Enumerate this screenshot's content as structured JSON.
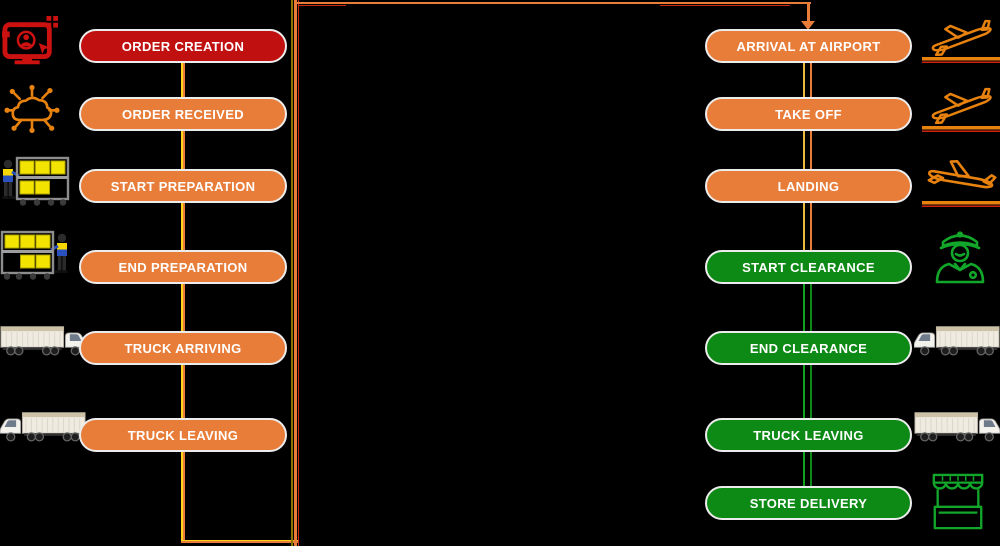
{
  "palette": {
    "background": "#000000",
    "red": "#C01010",
    "orange": "#E87D3A",
    "green": "#0D8A16",
    "line_yellow": "#FFD21E",
    "line_dark_yellow": "#8A7500",
    "line_red": "#C62A10",
    "pill_border": "#ECECEC",
    "text": "#FFFFFF"
  },
  "left_column": {
    "steps": [
      {
        "label": "ORDER CREATION",
        "color": "#C01010",
        "icon": "order-computer-icon"
      },
      {
        "label": "ORDER RECEIVED",
        "color": "#E87D3A",
        "icon": "cloud-network-icon"
      },
      {
        "label": "START PREPARATION",
        "color": "#E87D3A",
        "icon": "worker-with-cart-icon"
      },
      {
        "label": "END PREPARATION",
        "color": "#E87D3A",
        "icon": "cart-with-worker-icon"
      },
      {
        "label": "TRUCK ARRIVING",
        "color": "#E87D3A",
        "icon": "truck-facing-right-icon"
      },
      {
        "label": "TRUCK LEAVING",
        "color": "#E87D3A",
        "icon": "truck-facing-left-icon"
      }
    ]
  },
  "right_column": {
    "steps": [
      {
        "label": "ARRIVAL AT AIRPORT",
        "color": "#E87D3A",
        "icon": "plane-takeoff-icon"
      },
      {
        "label": "TAKE OFF",
        "color": "#E87D3A",
        "icon": "plane-takeoff-icon"
      },
      {
        "label": "LANDING",
        "color": "#E87D3A",
        "icon": "plane-landing-icon"
      },
      {
        "label": "START CLEARANCE",
        "color": "#0D8A16",
        "icon": "customs-officer-icon"
      },
      {
        "label": "END CLEARANCE",
        "color": "#0D8A16",
        "icon": "truck-facing-left-icon"
      },
      {
        "label": "TRUCK LEAVING",
        "color": "#0D8A16",
        "icon": "truck-facing-right-icon"
      },
      {
        "label": "STORE DELIVERY",
        "color": "#0D8A16",
        "icon": "store-icon"
      }
    ]
  },
  "flow": {
    "loop_connector": "left column bottom to right column top arrow"
  }
}
